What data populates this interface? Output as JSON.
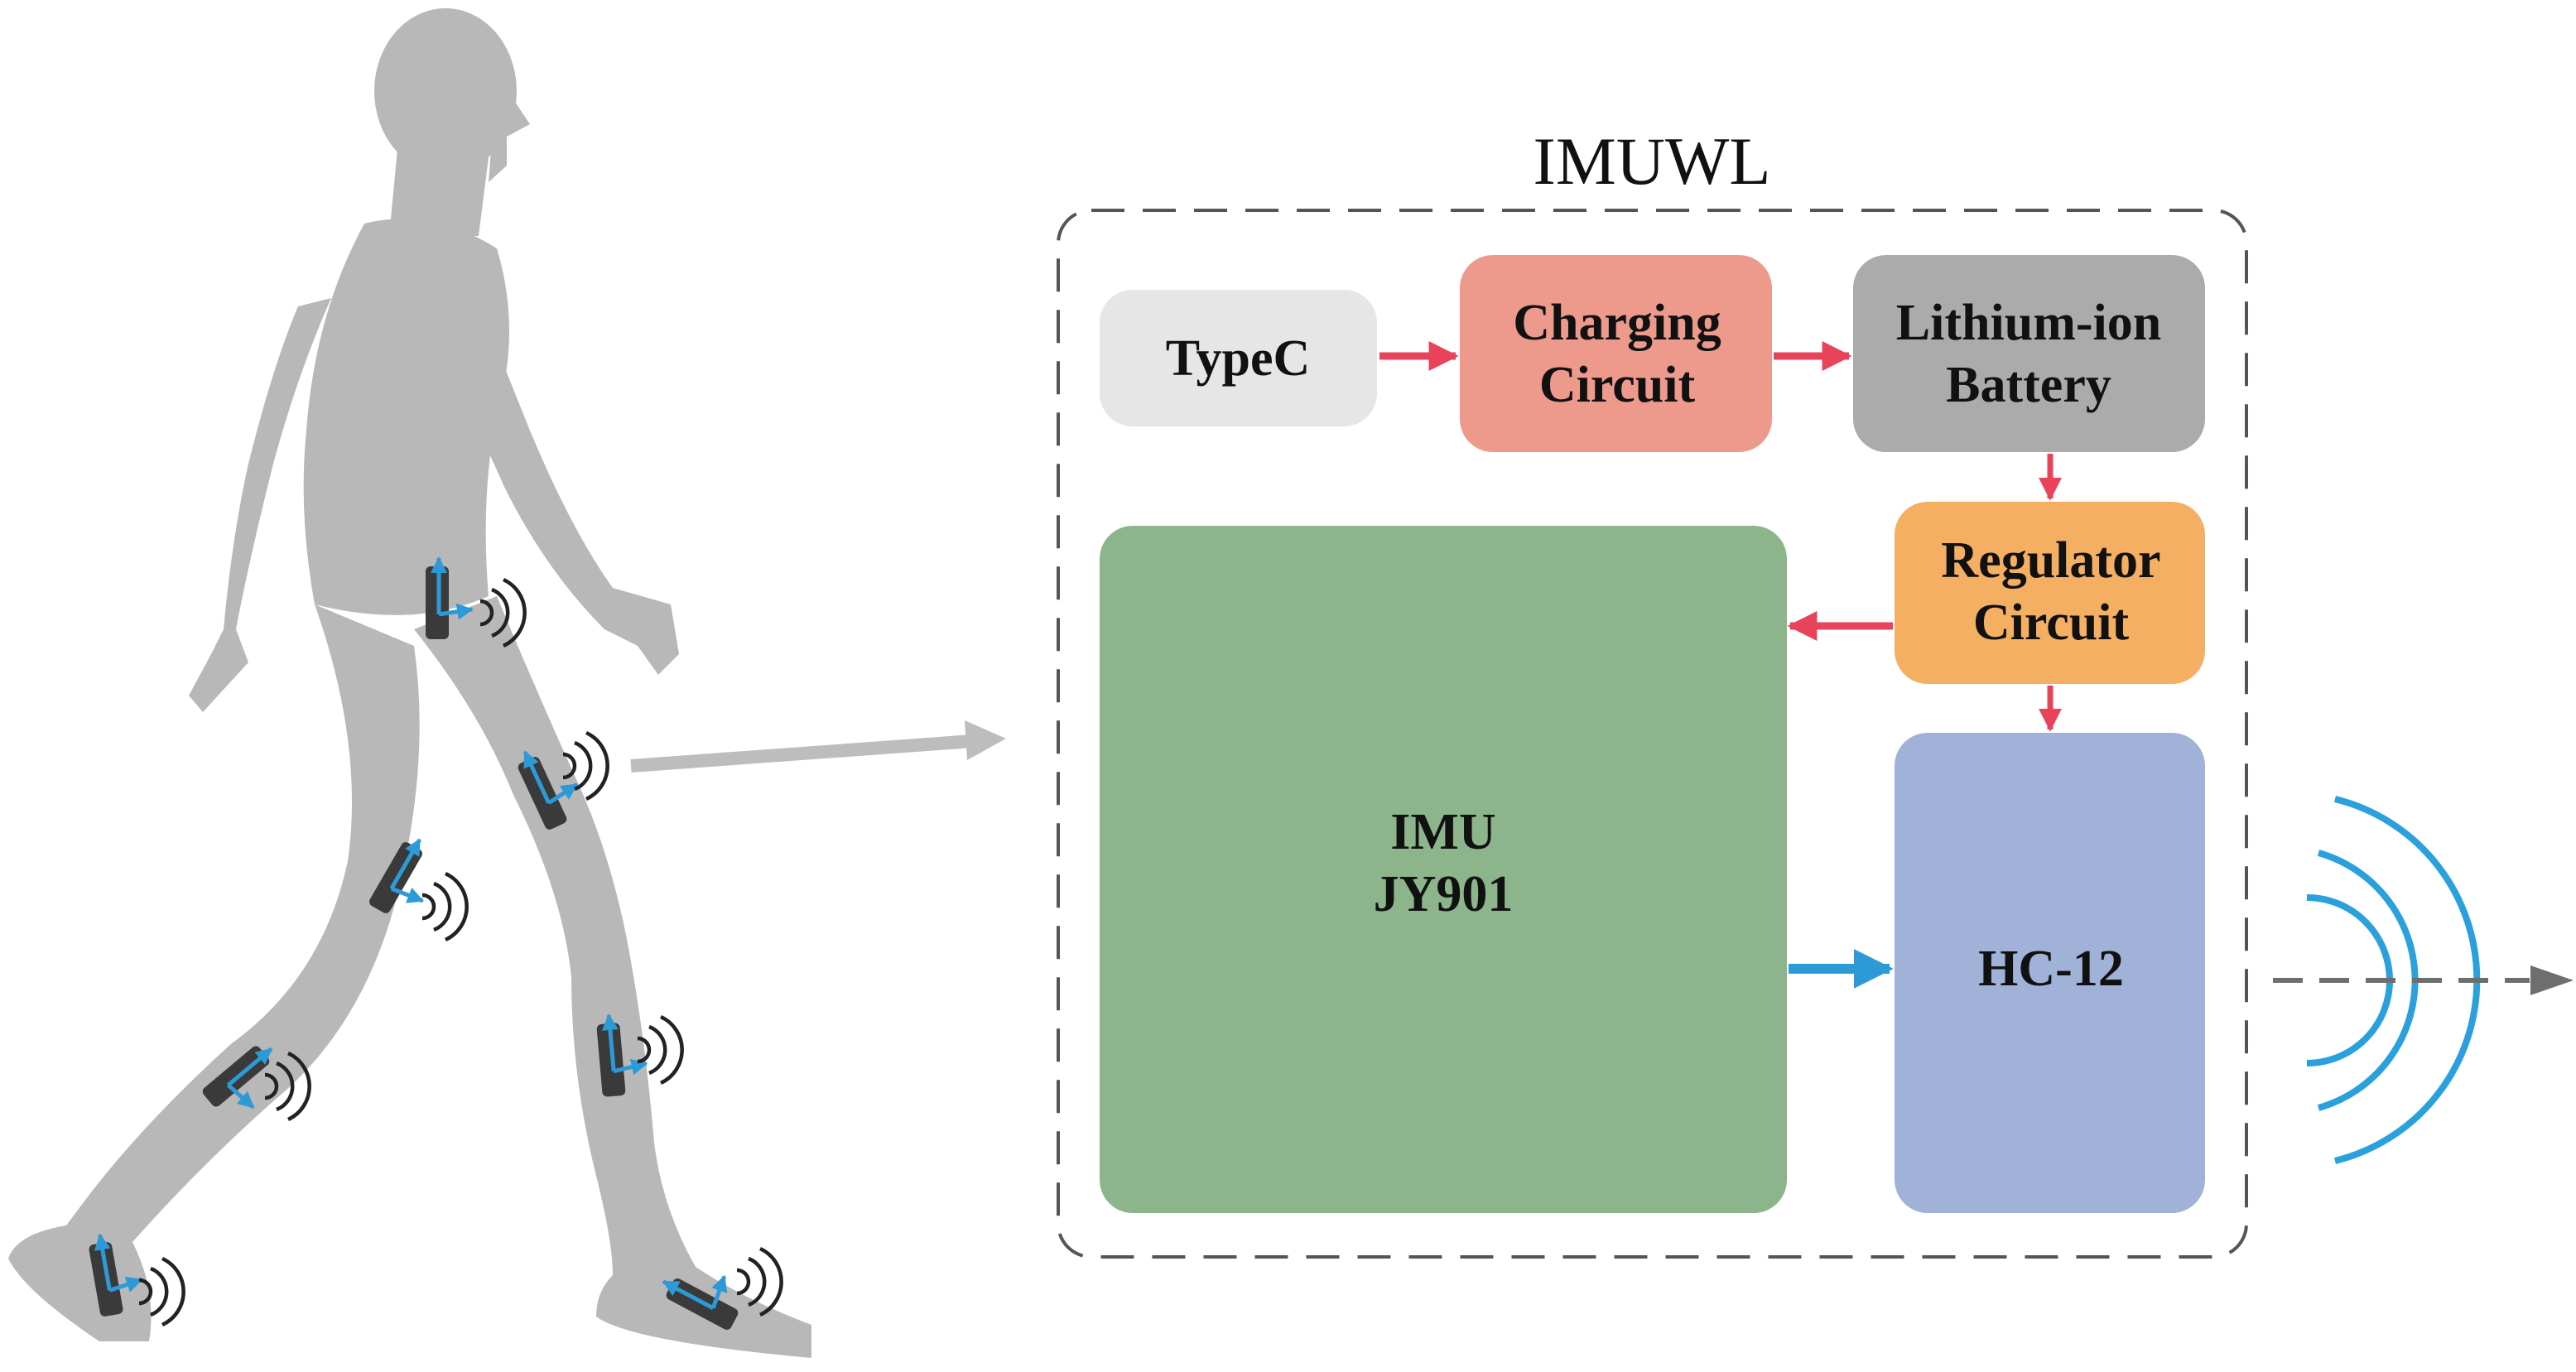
{
  "diagram": {
    "title": "IMUWL",
    "blocks": {
      "typec": {
        "label": "TypeC",
        "color": "#e6e6e6"
      },
      "charging": {
        "line1": "Charging",
        "line2": "Circuit",
        "color": "#ed9a8c"
      },
      "battery": {
        "line1": "Lithium-ion",
        "line2": "Battery",
        "color": "#ababab"
      },
      "regulator": {
        "line1": "Regulator",
        "line2": "Circuit",
        "color": "#f4af63"
      },
      "imu": {
        "line1": "IMU",
        "line2": "JY901",
        "color": "#8db58b"
      },
      "hc12": {
        "label": "HC-12",
        "color": "#a1b2d9"
      }
    },
    "colors": {
      "power_arrow": "#e8435a",
      "data_arrow": "#2d9ad8",
      "wireless": "#2aa0dc",
      "silhouette": "#b8b8b8",
      "sensor": "#3a3a3a",
      "sensor_axes": "#2d9ad8",
      "module_border": "#555555",
      "pointer_arrow": "#bdbdbd",
      "output_arrow": "#6e6e6e"
    },
    "sensor_count": 7,
    "icons": [
      "walking-person-silhouette",
      "imu-sensor-icon",
      "wireless-signal-icon"
    ]
  }
}
